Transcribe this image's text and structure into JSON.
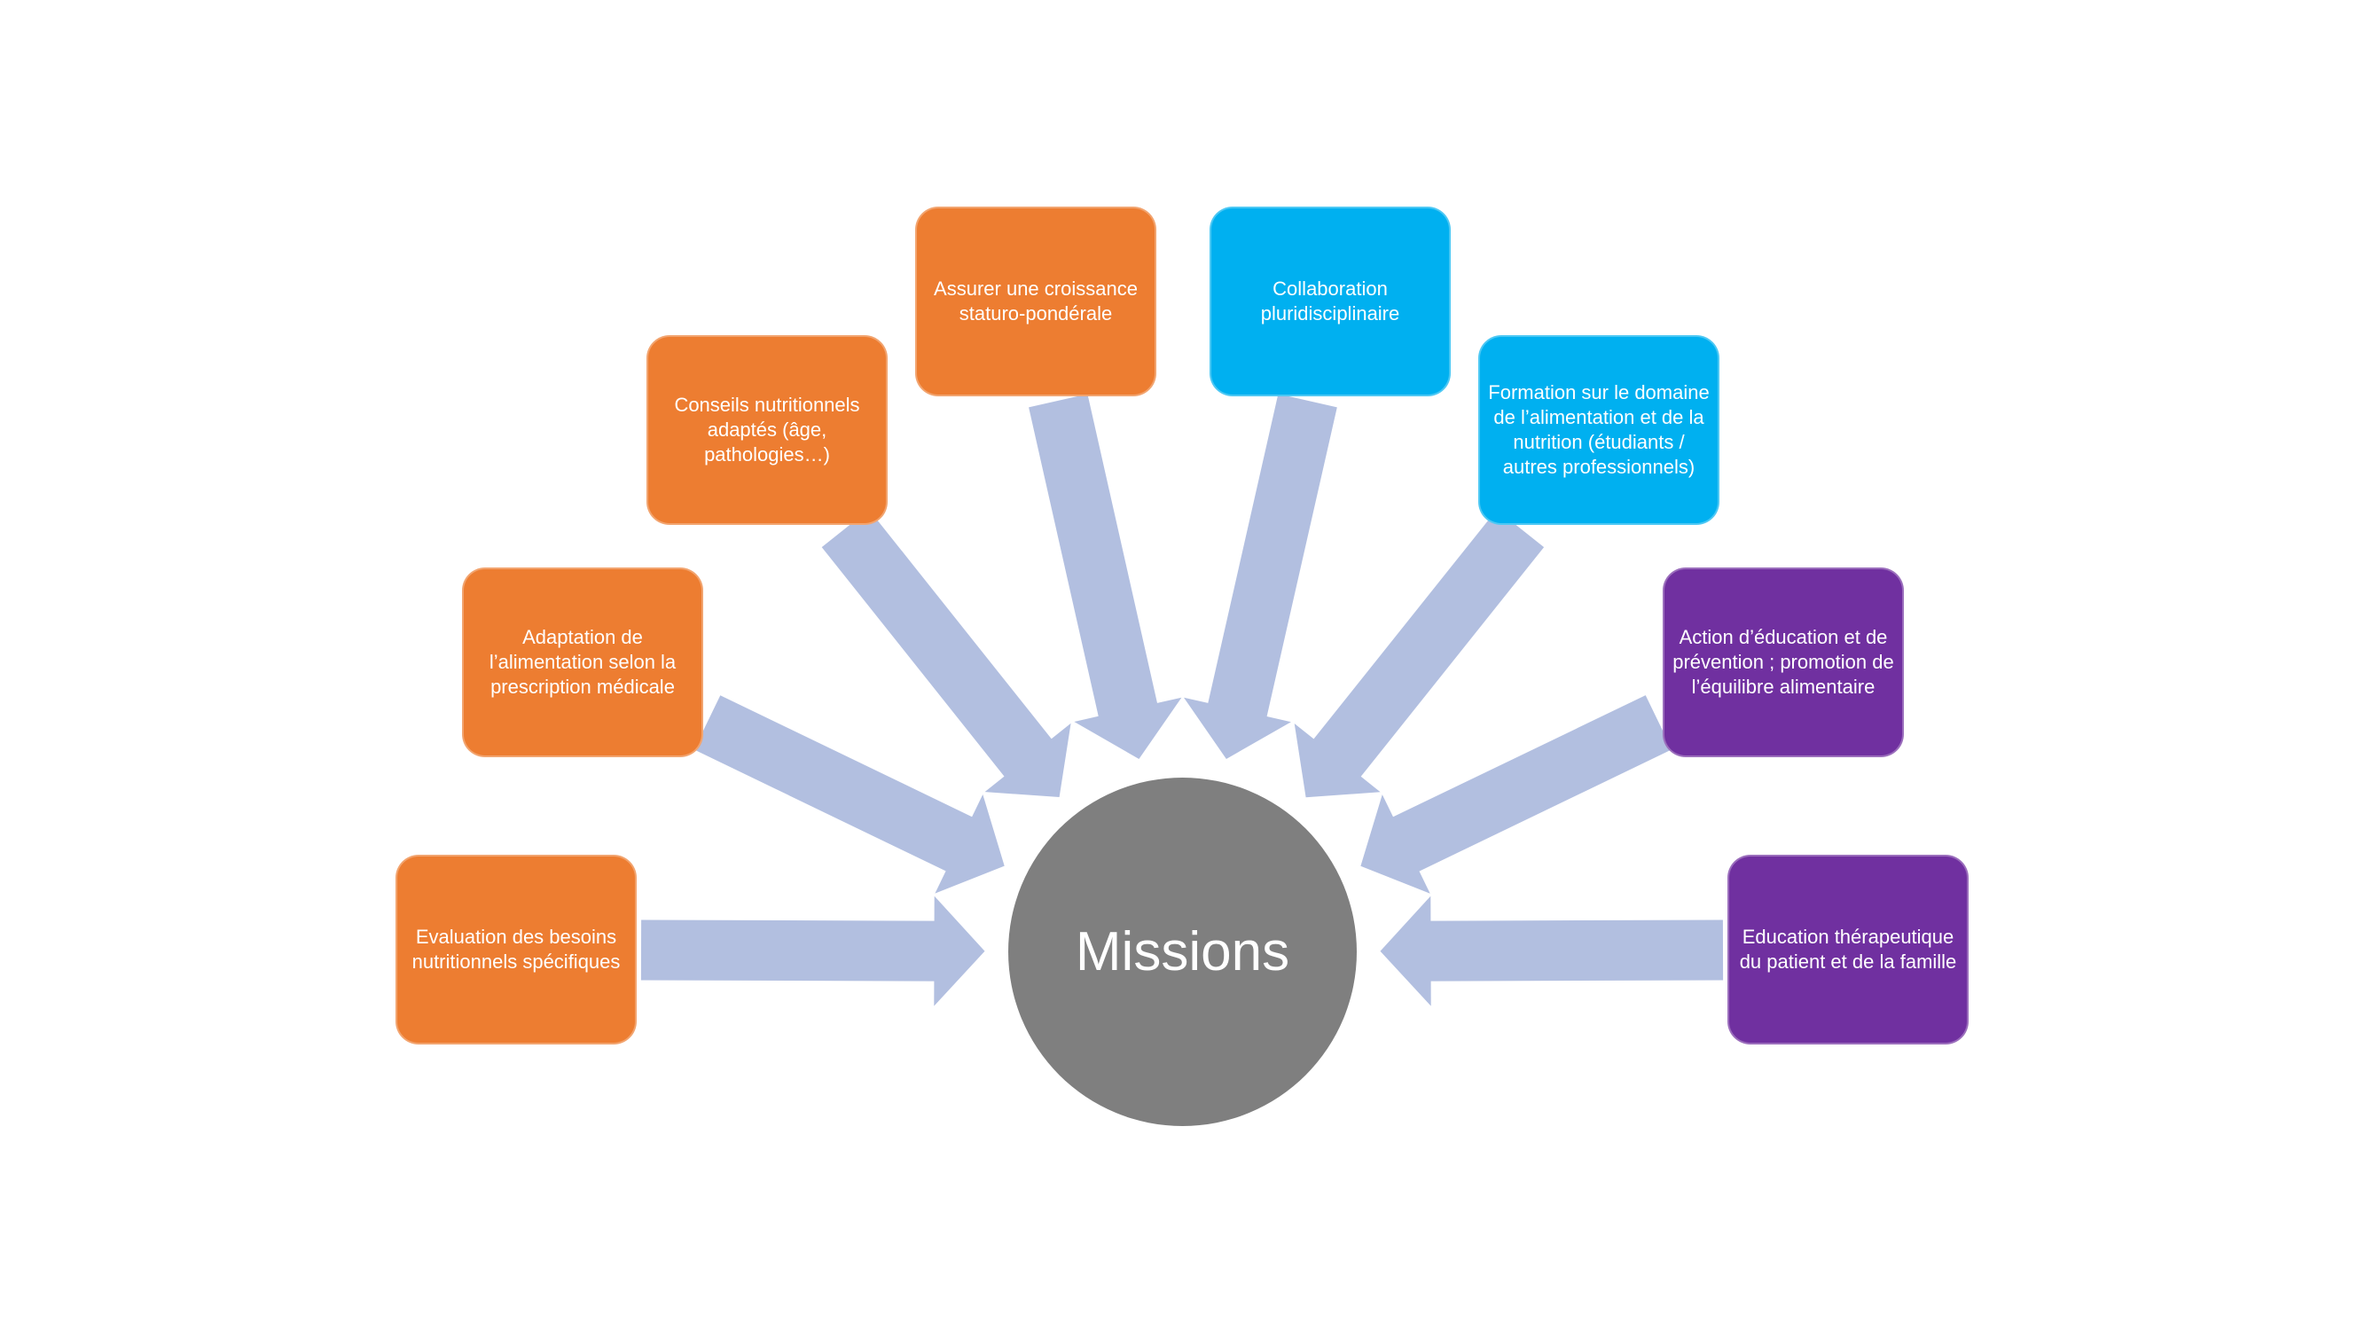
{
  "page": {
    "background": "#FFFFFF"
  },
  "diagram": {
    "type": "converging-radial",
    "center": {
      "label": "Missions",
      "color": "#7F7F7F",
      "text_color": "#FFFFFF"
    },
    "arrow_color": "#B2BFE0",
    "node_text_color": "#FFFFFF",
    "nodes": [
      {
        "id": "evaluation-besoins",
        "label": "Evaluation des besoins nutritionnels spécifiques",
        "color": "#ED7D31"
      },
      {
        "id": "adaptation-alimentation",
        "label": "Adaptation de l’alimentation selon la prescription médicale",
        "color": "#ED7D31"
      },
      {
        "id": "conseils-nutritionnels",
        "label": "Conseils nutritionnels adaptés (âge, pathologies…)",
        "color": "#ED7D31"
      },
      {
        "id": "croissance-staturo-ponderale",
        "label": "Assurer une croissance staturo-pondérale",
        "color": "#ED7D31"
      },
      {
        "id": "collaboration-pluridisciplinaire",
        "label": "Collaboration pluridisciplinaire",
        "color": "#00B0F0"
      },
      {
        "id": "formation-alimentation-nutrition",
        "label": "Formation sur le domaine de l’alimentation et de la nutrition (étudiants / autres professionnels)",
        "color": "#00B0F0"
      },
      {
        "id": "action-education-prevention",
        "label": "Action d’éducation et de prévention ; promotion de l’équilibre alimentaire",
        "color": "#7030A0"
      },
      {
        "id": "education-therapeutique",
        "label": "Education thérapeutique du patient et de la famille",
        "color": "#7030A0"
      }
    ]
  }
}
